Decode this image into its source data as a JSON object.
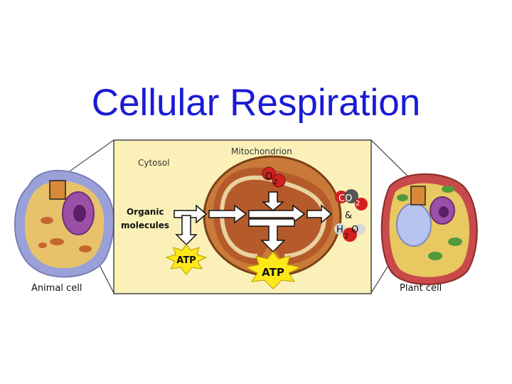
{
  "title": "Cellular Respiration",
  "labels": {
    "cytosol": "Cytosol",
    "mitochondrion": "Mitochondrion",
    "organic_line1": "Organic",
    "organic_line2": "molecules",
    "atp_small": "ATP",
    "atp_large": "ATP",
    "animal_cell": "Animal cell",
    "plant_cell": "Plant cell",
    "o2": "O",
    "o2_sub": "2",
    "co2": "CO",
    "co2_sub": "2",
    "ampersand": "&",
    "h2o_h": "H",
    "h2o_sub": "2",
    "h2o_o": "O"
  },
  "colors": {
    "title": "#1a1ad6",
    "panel": "#fbf1b8",
    "mito_outer": "#c97a3a",
    "mito_inner": "#b55a2a",
    "atp_star": "#ffe81a",
    "oxygen": "#d22020",
    "carbon": "#555555"
  }
}
